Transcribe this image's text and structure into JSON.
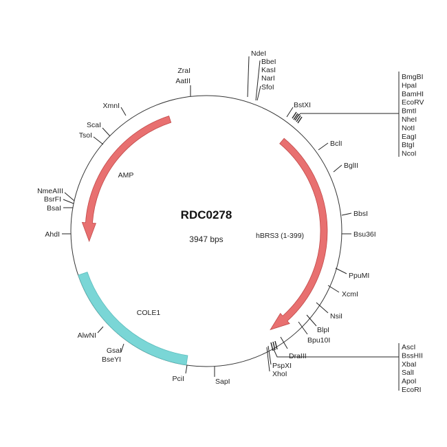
{
  "plasmid": {
    "name": "RDC0278",
    "size_label": "3947 bps"
  },
  "features": [
    {
      "name": "AMP",
      "type": "arrow",
      "color": "#e87070"
    },
    {
      "name": "hBRS3 (1-399)",
      "type": "arrow",
      "color": "#e87070"
    },
    {
      "name": "COLE1",
      "type": "band",
      "color": "#7ad6d6"
    }
  ],
  "sites": [
    "NdeI",
    "BbeI",
    "KasI",
    "NarI",
    "SfoI",
    "BstXI",
    "BclI",
    "BglII",
    "BbsI",
    "Bsu36I",
    "PpuMI",
    "XcmI",
    "NsiI",
    "BlpI",
    "Bpu10I",
    "DraIII",
    "PspXI",
    "XhoI",
    "SapI",
    "PciI",
    "BseYI",
    "GsaI",
    "AlwNI",
    "AhdI",
    "BsaI",
    "BsrFI",
    "NmeAIII",
    "TsoI",
    "ScaI",
    "XmnI",
    "AatII",
    "ZraI"
  ],
  "site_group_top": [
    "BmgBI",
    "HpaI",
    "BamHI",
    "EcoRV",
    "BmtI",
    "NheI",
    "NotI",
    "EagI",
    "BtgI",
    "NcoI"
  ],
  "site_group_bottom": [
    "AscI",
    "BssHII",
    "XbaI",
    "SalI",
    "ApoI",
    "EcoRI"
  ]
}
